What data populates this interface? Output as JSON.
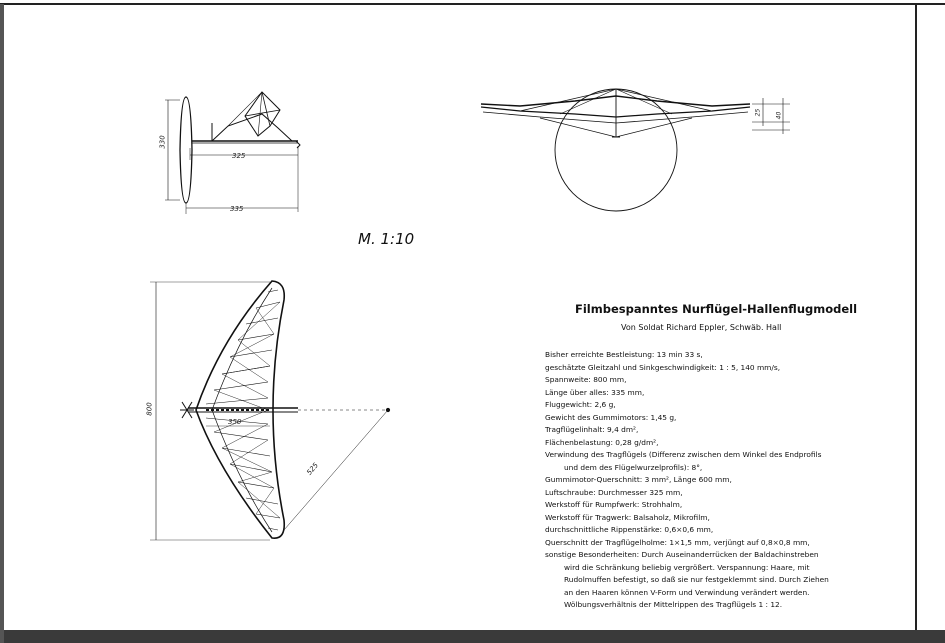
{
  "scale_note": "M. 1:10",
  "dimensions": {
    "side_height": "330",
    "side_length_wing": "325",
    "side_length_total": "335",
    "front_a": "25",
    "front_b": "40",
    "span": "800",
    "root_depth": "350",
    "radius": "525"
  },
  "title": "Filmbespanntes Nurflügel-Hallenflugmodell",
  "author": "Von Soldat Richard Eppler, Schwäb. Hall",
  "specs": [
    {
      "text": "Bisher erreichte Bestleistung: 13 min 33 s,",
      "cont": false
    },
    {
      "text": "geschätzte Gleitzahl und Sinkgeschwindigkeit: 1 : 5, 140 mm/s,",
      "cont": false
    },
    {
      "text": "Spannweite: 800 mm,",
      "cont": false
    },
    {
      "text": "Länge über alles: 335 mm,",
      "cont": false
    },
    {
      "text": "Fluggewicht: 2,6 g,",
      "cont": false
    },
    {
      "text": "Gewicht des Gummimotors: 1,45 g,",
      "cont": false
    },
    {
      "text": "Tragflügelinhalt: 9,4 dm²,",
      "cont": false
    },
    {
      "text": "Flächenbelastung: 0,28 g/dm²,",
      "cont": false
    },
    {
      "text": "Verwindung des Tragflügels (Differenz zwischen dem Winkel des Endprofils",
      "cont": false
    },
    {
      "text": "und dem des Flügelwurzelprofils): 8°,",
      "cont": true
    },
    {
      "text": "Gummimotor-Querschnitt: 3 mm², Länge 600 mm,",
      "cont": false
    },
    {
      "text": "Luftschraube: Durchmesser 325 mm,",
      "cont": false
    },
    {
      "text": "Werkstoff für Rumpfwerk: Strohhalm,",
      "cont": false
    },
    {
      "text": "Werkstoff für Tragwerk: Balsaholz, Mikrofilm,",
      "cont": false
    },
    {
      "text": "durchschnittliche Rippenstärke: 0,6×0,6 mm,",
      "cont": false
    },
    {
      "text": "Querschnitt der Tragflügelholme: 1×1,5 mm, verjüngt auf 0,8×0,8 mm,",
      "cont": false
    },
    {
      "text": "sonstige Besonderheiten: Durch Auseinanderrücken der Baldachinstreben",
      "cont": false
    },
    {
      "text": "wird die Schränkung beliebig vergrößert. Verspannung: Haare, mit",
      "cont": true
    },
    {
      "text": "Rudolmuffen befestigt, so daß sie nur festgeklemmt sind. Durch Ziehen",
      "cont": true
    },
    {
      "text": "an den Haaren können V-Form und Verwindung verändert werden.",
      "cont": true
    },
    {
      "text": "Wölbungsverhältnis der Mittelrippen des Tragflügels 1 : 12.",
      "cont": true
    }
  ]
}
